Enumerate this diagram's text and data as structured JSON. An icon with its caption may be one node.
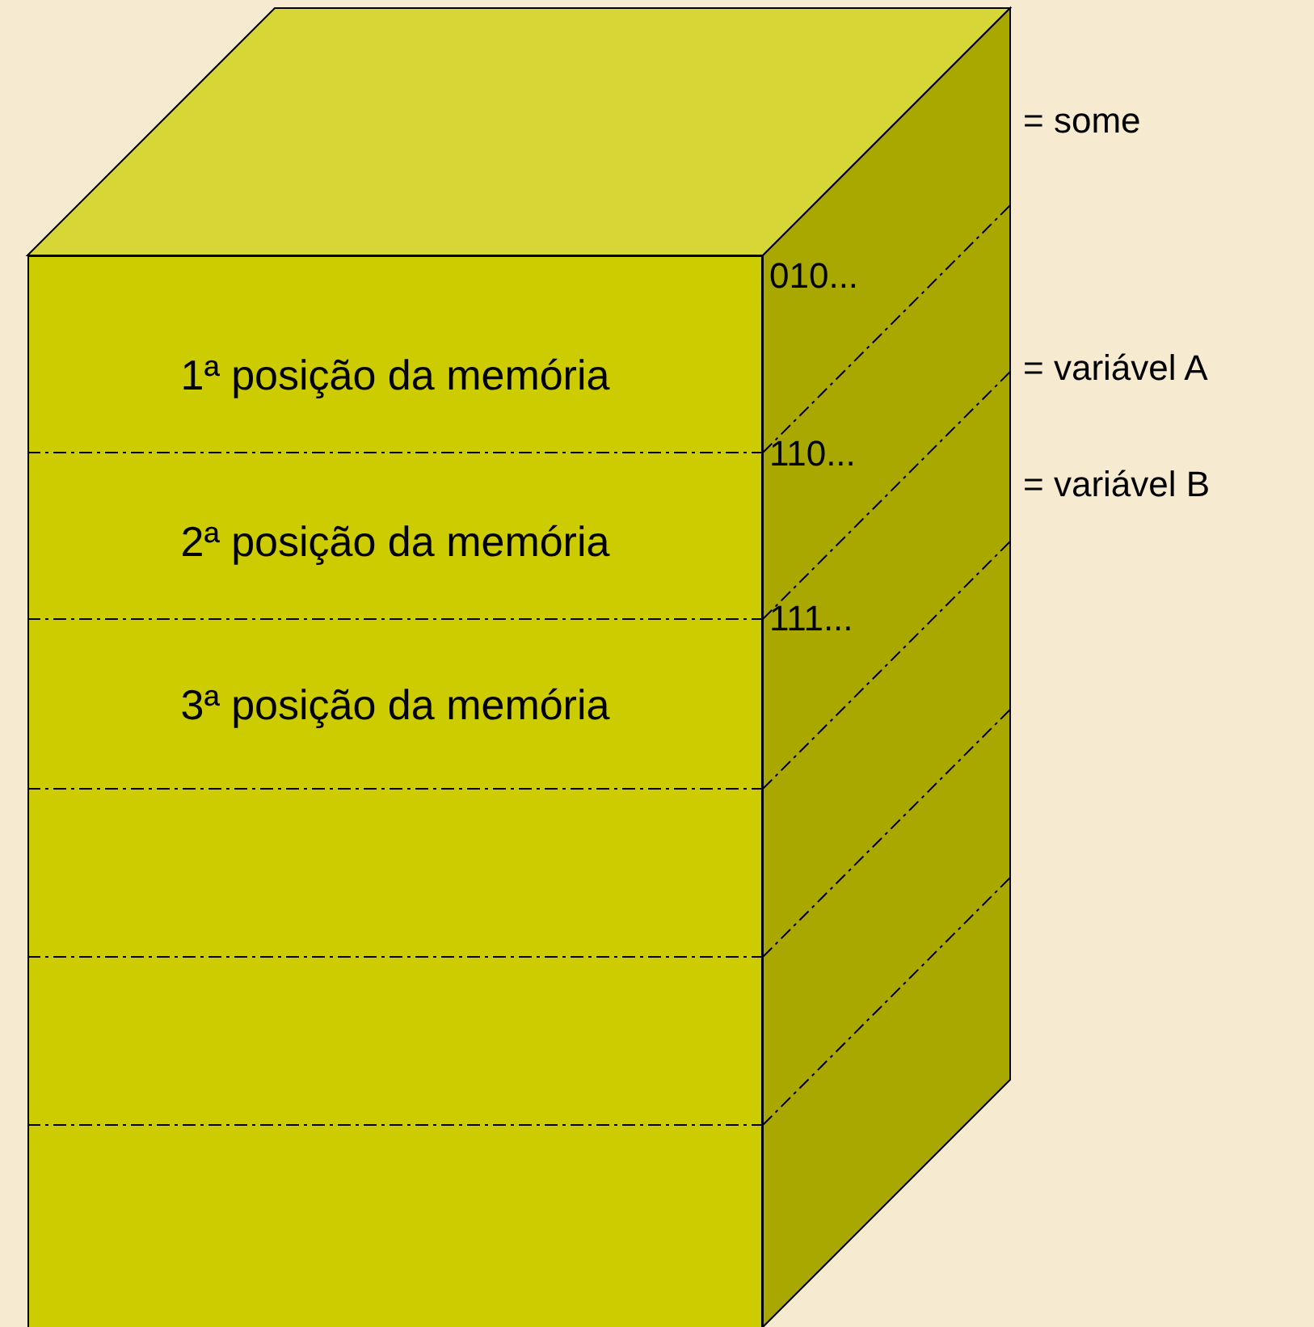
{
  "diagram": {
    "nodes": [
      {
        "text": [
          "1ª posição da memória"
        ]
      },
      {
        "text": [
          "2ª posição da memória"
        ]
      },
      {
        "text": [
          "3ª posição da memória"
        ]
      },
      {
        "text": [],
        "shape": "box"
      },
      {
        "text": [],
        "shape": "box"
      },
      {
        "text": [],
        "shape": "box"
      }
    ],
    "edges": [],
    "labels": [
      "= some",
      "010...",
      "= variável A",
      "= variável B",
      "110...",
      "111..."
    ]
  }
}
